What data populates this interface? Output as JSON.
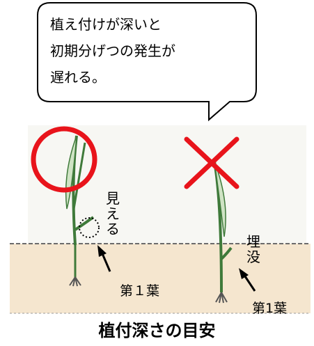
{
  "speech_bubble": {
    "lines": [
      "植え付けが深いと",
      "初期分げつの発生が",
      "遅れる。"
    ]
  },
  "marks": {
    "good": "circle",
    "bad": "cross",
    "mark_color": "#e8141b"
  },
  "labels": {
    "visible": [
      "見",
      "え",
      "る"
    ],
    "leaf_left": "第１葉",
    "buried": [
      "埋",
      "没"
    ],
    "leaf_right": "第1葉"
  },
  "caption": "植付深さの目安",
  "colors": {
    "soil": "#f5e6cf",
    "soil_line": "#6b6b6b",
    "plant_green": "#3f7a3a",
    "plant_light": "#cfe3c4",
    "water_bg": "#f8f8f4"
  }
}
